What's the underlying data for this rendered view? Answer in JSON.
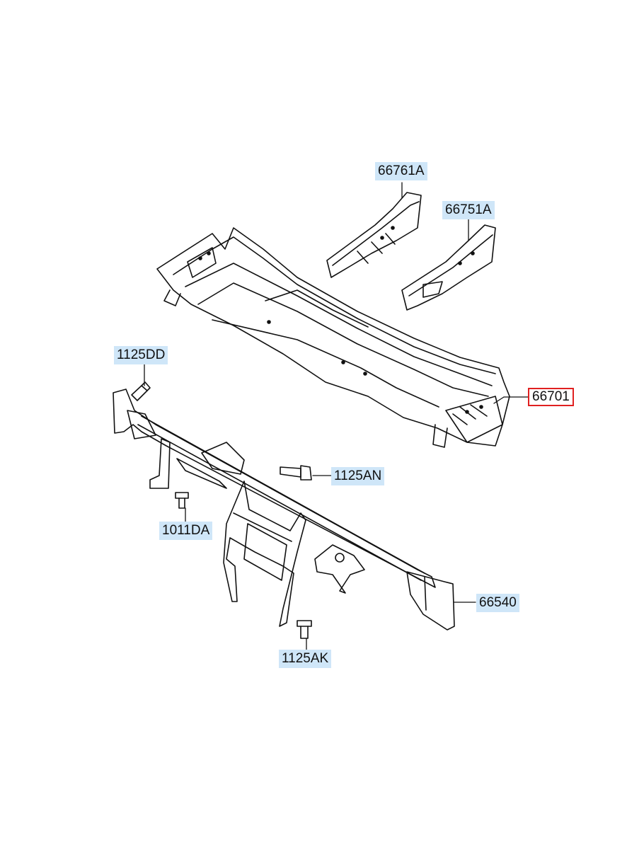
{
  "parts": {
    "p66761A": "66761A",
    "p66751A": "66751A",
    "p66701": "66701",
    "p1125DD": "1125DD",
    "p1125AN": "1125AN",
    "p1011DA": "1011DA",
    "p66540": "66540",
    "p1125AK": "1125AK"
  },
  "colors": {
    "label_bg": "#cfe6f8",
    "highlight_border": "#e02020",
    "line": "#111111"
  }
}
